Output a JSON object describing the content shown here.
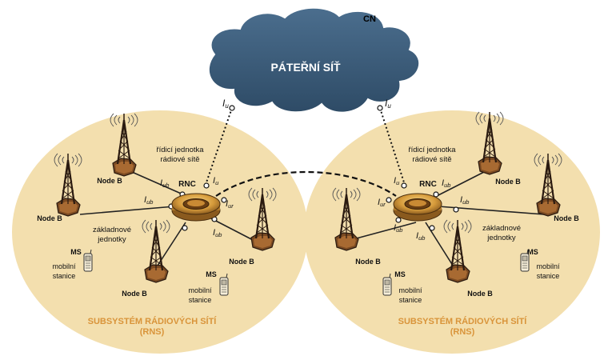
{
  "cloud": {
    "name": "PÁTEŘNÍ SÍŤ",
    "abbr": "CN",
    "color": "#3d5f7e"
  },
  "interface_iu": "I",
  "interface_iu_sub": "u",
  "rns_left": {
    "rnc": "RNC",
    "rnc_desc_line1": "řídicí jednotka",
    "rnc_desc_line2": "rádiové sítě",
    "node_b": "Node B",
    "iub": "I",
    "iub_sub": "ub",
    "iur": "I",
    "iur_sub": "ur",
    "base_units_line1": "základnové",
    "base_units_line2": "jednotky",
    "ms": "MS",
    "ms_desc_line1": "mobilní",
    "ms_desc_line2": "stanice",
    "title_line1": "SUBSYSTÉM RÁDIOVÝCH SÍTÍ",
    "title_line2": "(RNS)"
  },
  "rns_right": {
    "rnc": "RNC",
    "rnc_desc_line1": "řídicí jednotka",
    "rnc_desc_line2": "rádiové sítě",
    "node_b": "Node B",
    "iub": "I",
    "iub_sub": "ub",
    "iur": "I",
    "iur_sub": "ur",
    "base_units_line1": "základnové",
    "base_units_line2": "jednotky",
    "ms": "MS",
    "ms_desc_line1": "mobilní",
    "ms_desc_line2": "stanice",
    "title_line1": "SUBSYSTÉM RÁDIOVÝCH SÍTÍ",
    "title_line2": "(RNS)"
  },
  "colors": {
    "rns_fill": "#f3dfae",
    "rns_title": "#d9943a",
    "rnc_gold": "#d79c3c",
    "tower": "#3a2a20"
  }
}
